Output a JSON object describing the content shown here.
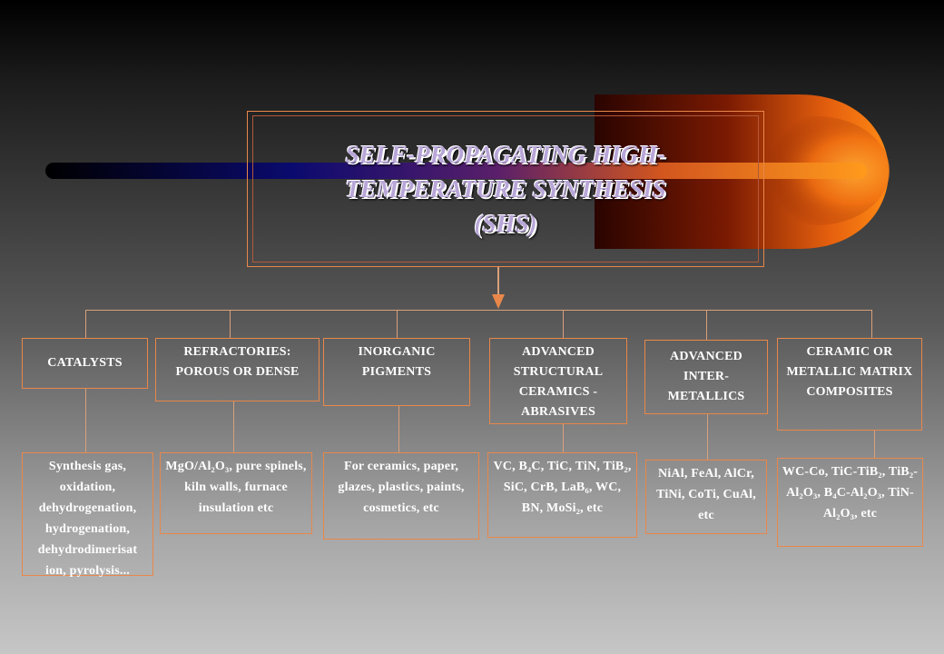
{
  "title_lines": [
    "SELF-PROPAGATING HIGH-",
    "TEMPERATURE SYNTHESIS",
    "(SHS)"
  ],
  "colors": {
    "border": "#e8874a",
    "connector": "#d9a07a",
    "title_fill": "#b8a6d8",
    "text": "#ffffff"
  },
  "categories": [
    {
      "id": "catalysts",
      "label": "CATALYSTS",
      "example": "Synthesis gas, oxidation, dehydrogenation, hydrogenation, dehydrodimerisat ion, pyrolysis..."
    },
    {
      "id": "refractories",
      "label": "REFRACTORIES: POROUS OR DENSE",
      "example": "MgO/Al₂O₃, pure spinels, kiln walls, furnace insulation etc"
    },
    {
      "id": "pigments",
      "label": "INORGANIC PIGMENTS",
      "example": "For ceramics, paper, glazes, plastics, paints, cosmetics, etc"
    },
    {
      "id": "structural",
      "label": "ADVANCED STRUCTURAL CERAMICS - ABRASIVES",
      "example": "VC, B₄C, TiC, TiN, TiB₂, SiC, CrB, LaB₆, WC, BN, MoSi₂, etc"
    },
    {
      "id": "intermetallics",
      "label": "ADVANCED INTER- METALLICS",
      "example": "NiAl, FeAl, AlCr, TiNi, CoTi, CuAl, etc"
    },
    {
      "id": "composites",
      "label": "CERAMIC OR METALLIC MATRIX COMPOSITES",
      "example": "WC-Co, TiC-TiB₂, TiB₂-Al₂O₃, B₄C-Al₂O₃, TiN-Al₂O₃, etc"
    }
  ]
}
